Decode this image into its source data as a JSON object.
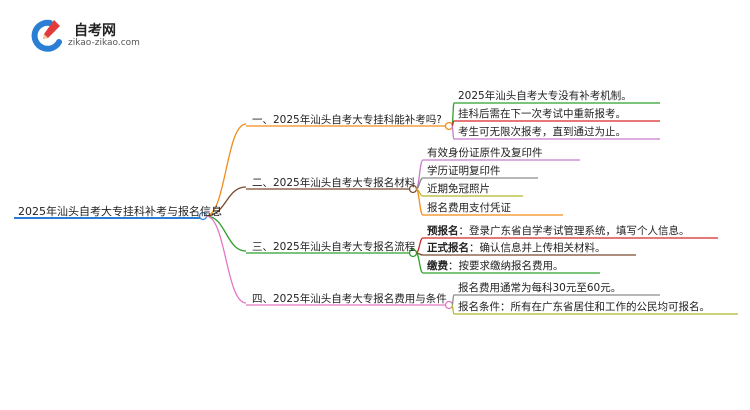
{
  "logo": {
    "name": "自考网",
    "url": "zikao-zikao.com"
  },
  "root": "2025年汕头自考大专挂科补考与报名信息",
  "branches": [
    {
      "label": "一、2025年汕头自考大专挂科能补考吗?",
      "color": "#f28c1b",
      "children": [
        {
          "bold": "",
          "text": "2025年汕头自考大专没有补考机制。",
          "color": "#2ca02c"
        },
        {
          "bold": "",
          "text": "挂科后需在下一次考试中重新报考。",
          "color": "#d62728"
        },
        {
          "bold": "",
          "text": "考生可无限次报考，直到通过为止。",
          "color": "#c77cc9"
        }
      ]
    },
    {
      "label": "二、2025年汕头自考大专报名材料",
      "color": "#7b4a2e",
      "children": [
        {
          "bold": "",
          "text": "有效身份证原件及复印件",
          "color": "#c77cc9"
        },
        {
          "bold": "",
          "text": "学历证明复印件",
          "color": "#8c8c8c"
        },
        {
          "bold": "",
          "text": "近期免冠照片",
          "color": "#b5b82a"
        },
        {
          "bold": "",
          "text": "报名费用支付凭证",
          "color": "#f28c1b"
        }
      ]
    },
    {
      "label": "三、2025年汕头自考大专报名流程",
      "color": "#2ca02c",
      "children": [
        {
          "bold": "预报名",
          "text": "：登录广东省自学考试管理系统，填写个人信息。",
          "color": "#d62728"
        },
        {
          "bold": "正式报名",
          "text": "：确认信息并上传相关材料。",
          "color": "#7b4a2e"
        },
        {
          "bold": "缴费",
          "text": "：按要求缴纳报名费用。",
          "color": "#2ca02c"
        }
      ]
    },
    {
      "label": "四、2025年汕头自考大专报名费用与条件",
      "color": "#e377c2",
      "children": [
        {
          "bold": "",
          "text": "报名费用通常为每科30元至60元。",
          "color": "#8c8c8c"
        },
        {
          "bold": "",
          "text": "报名条件：所有在广东省居住和工作的公民均可报名。",
          "color": "#b5b82a"
        }
      ]
    }
  ]
}
